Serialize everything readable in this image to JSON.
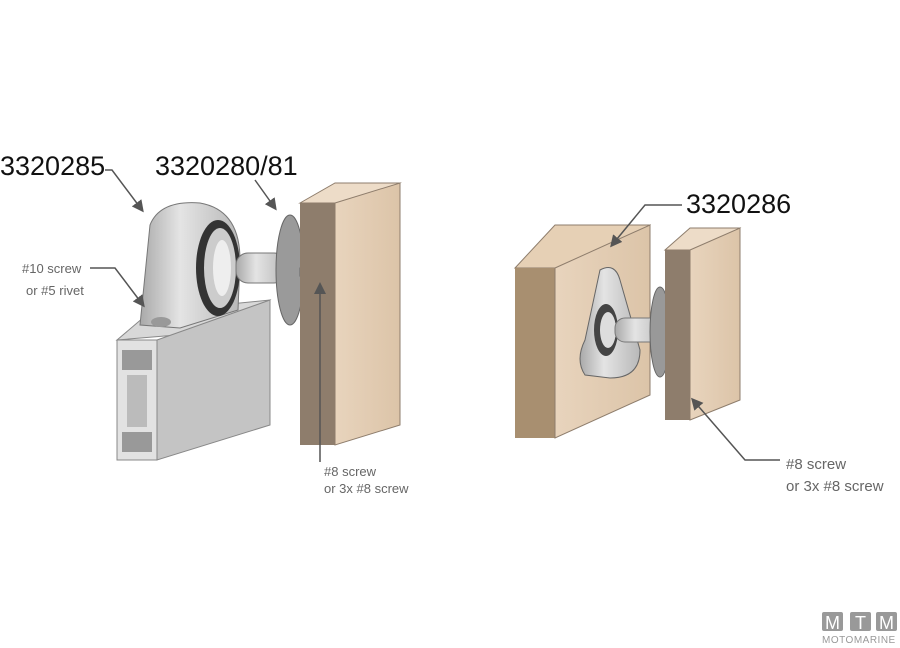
{
  "labels": {
    "part_left_housing": "3320285",
    "part_left_flange": "3320280/81",
    "part_right_flange": "3320286",
    "left_screw_line1": "#10 screw",
    "left_screw_line2": "or #5 rivet",
    "mid_screw_line1": "#8 screw",
    "mid_screw_line2": "or 3x #8 screw",
    "right_screw_line1": "#8 screw",
    "right_screw_line2": "or 3x #8 screw"
  },
  "logo": {
    "letters": [
      "M",
      "T",
      "M"
    ],
    "text": "MOTOMARINE"
  },
  "colors": {
    "wood": "#e3cdb4",
    "wood_edge": "#8e7d6c",
    "metal": "#c9c9c9",
    "arrow": "#555555"
  }
}
